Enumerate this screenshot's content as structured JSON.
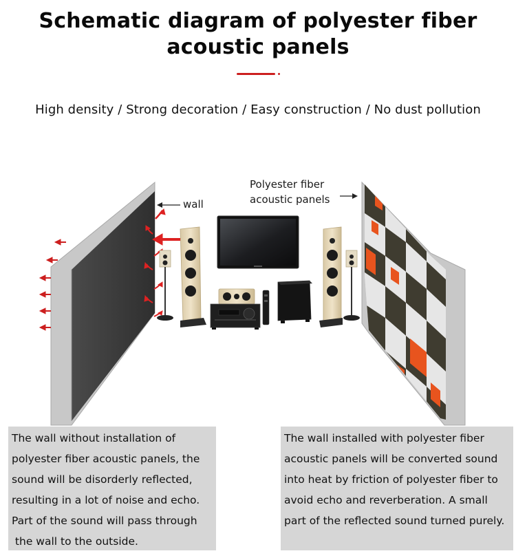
{
  "title": {
    "line1": "Schematic diagram of polyester fiber",
    "line2": "acoustic panels"
  },
  "features": "High density / Strong decoration / Easy construction / No dust pollution",
  "labels": {
    "wall": "wall",
    "panels_line1": "Polyester fiber",
    "panels_line2": "acoustic panels"
  },
  "captions": {
    "left": [
      "The wall without installation of",
      "polyester fiber acoustic panels, the",
      "sound will be disorderly reflected,",
      "resulting in a lot of noise and echo.",
      "Part of the sound will pass through",
      " the wall to the outside."
    ],
    "right": [
      "The wall installed with polyester fiber",
      "acoustic panels will be converted sound",
      "into heat by friction of polyester fiber to",
      "avoid echo and reverberation. A small",
      "part of the reflected sound turned purely."
    ]
  },
  "colors": {
    "accent_red": "#cc1f1f",
    "wall_dark": "#3a3a3a",
    "wall_frame": "#c8c8c8",
    "panel_dark": "#3f3c30",
    "panel_light": "#e6e6e6",
    "panel_orange": "#e8541e",
    "caption_bg": "#d6d6d6"
  }
}
